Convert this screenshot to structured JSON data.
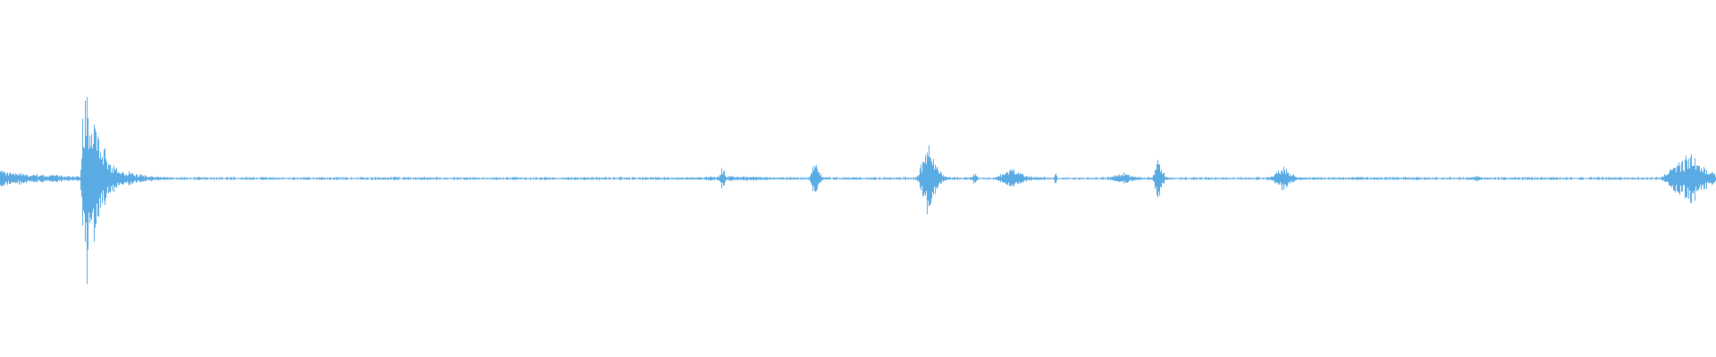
{
  "waveform": {
    "color": "#5aabe3",
    "background": "#ffffff",
    "orientation": "horizontal",
    "bursts": [
      {
        "t": 0.0,
        "w": 0.06,
        "amp": 0.055
      },
      {
        "t": 0.05,
        "w": 0.003,
        "amp": 0.95
      },
      {
        "t": 0.055,
        "w": 0.006,
        "amp": 0.48
      },
      {
        "t": 0.06,
        "w": 0.012,
        "amp": 0.22
      },
      {
        "t": 0.075,
        "w": 0.02,
        "amp": 0.05
      },
      {
        "t": 0.421,
        "w": 0.002,
        "amp": 0.1
      },
      {
        "t": 0.43,
        "w": 0.04,
        "amp": 0.018
      },
      {
        "t": 0.475,
        "w": 0.003,
        "amp": 0.16
      },
      {
        "t": 0.541,
        "w": 0.006,
        "amp": 0.28
      },
      {
        "t": 0.568,
        "w": 0.002,
        "amp": 0.05
      },
      {
        "t": 0.59,
        "w": 0.01,
        "amp": 0.07
      },
      {
        "t": 0.615,
        "w": 0.001,
        "amp": 0.05
      },
      {
        "t": 0.655,
        "w": 0.01,
        "amp": 0.04
      },
      {
        "t": 0.675,
        "w": 0.003,
        "amp": 0.18
      },
      {
        "t": 0.748,
        "w": 0.008,
        "amp": 0.08
      },
      {
        "t": 0.86,
        "w": 0.005,
        "amp": 0.02
      },
      {
        "t": 0.985,
        "w": 0.015,
        "amp": 0.18
      }
    ],
    "baseline_amp": 0.008
  }
}
